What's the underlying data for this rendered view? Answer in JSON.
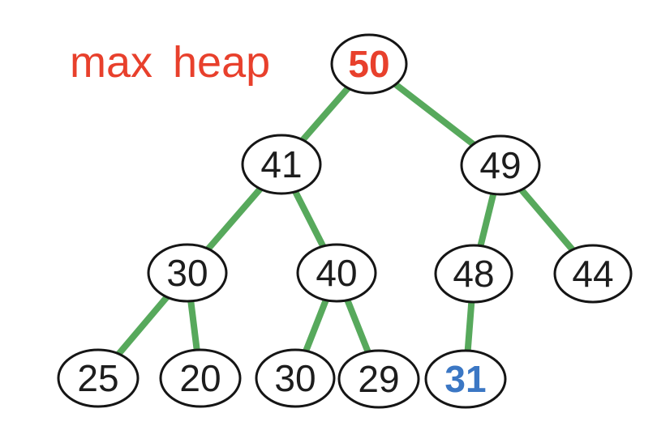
{
  "title": {
    "text": "max heap"
  },
  "colors": {
    "background": "#ffffff",
    "title-red": "#e8402c",
    "edge-green": "#57a95c",
    "node-stroke": "#151515",
    "node-text": "#1d1d1d",
    "highlight-blue": "#3b77c4"
  },
  "tree": {
    "type": "binary-max-heap",
    "nodes": [
      {
        "value": "50",
        "level": 0,
        "style": "root"
      },
      {
        "value": "41",
        "level": 1,
        "style": "default"
      },
      {
        "value": "49",
        "level": 1,
        "style": "default"
      },
      {
        "value": "30",
        "level": 2,
        "style": "default"
      },
      {
        "value": "40",
        "level": 2,
        "style": "default"
      },
      {
        "value": "48",
        "level": 2,
        "style": "default"
      },
      {
        "value": "44",
        "level": 2,
        "style": "default"
      },
      {
        "value": "25",
        "level": 3,
        "style": "default"
      },
      {
        "value": "20",
        "level": 3,
        "style": "default"
      },
      {
        "value": "30",
        "level": 3,
        "style": "default"
      },
      {
        "value": "29",
        "level": 3,
        "style": "default"
      },
      {
        "value": "31",
        "level": 3,
        "style": "highlight"
      }
    ],
    "edges": [
      {
        "from": "50",
        "to": "41"
      },
      {
        "from": "50",
        "to": "49"
      },
      {
        "from": "41",
        "to": "30"
      },
      {
        "from": "41",
        "to": "40"
      },
      {
        "from": "49",
        "to": "48"
      },
      {
        "from": "49",
        "to": "44"
      },
      {
        "from": "30",
        "to": "25"
      },
      {
        "from": "30",
        "to": "20"
      },
      {
        "from": "40",
        "to": "30"
      },
      {
        "from": "40",
        "to": "29"
      },
      {
        "from": "48",
        "to": "31"
      }
    ]
  }
}
